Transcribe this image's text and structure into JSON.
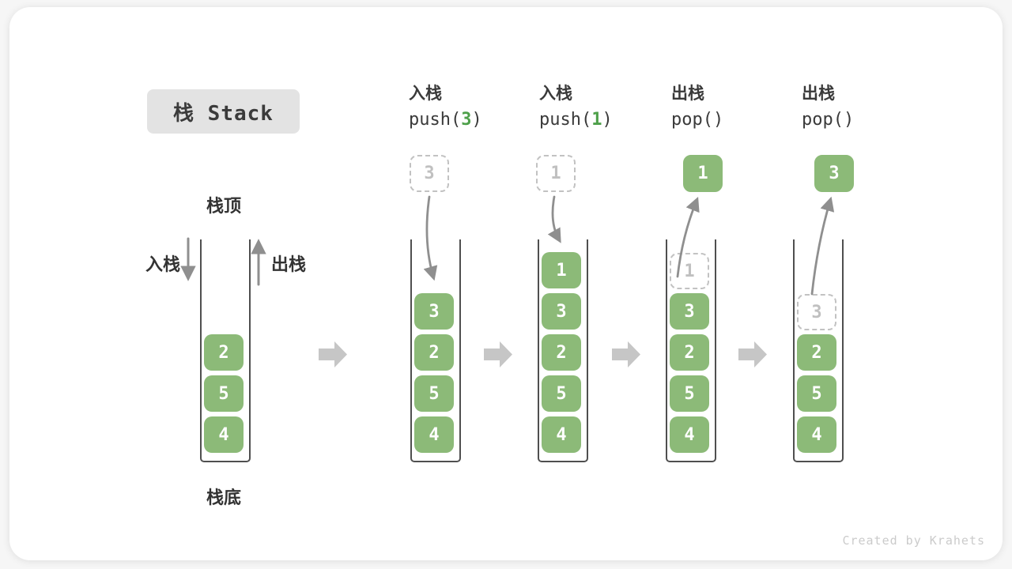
{
  "title": "栈 Stack",
  "watermark": "Created by Krahets",
  "first_stack_labels": {
    "top": "栈顶",
    "bottom": "栈底",
    "push_side": "入栈",
    "pop_side": "出栈"
  },
  "operations": [
    {
      "label": "入栈",
      "code_prefix": "push(",
      "code_arg": "3",
      "code_suffix": ")"
    },
    {
      "label": "入栈",
      "code_prefix": "push(",
      "code_arg": "1",
      "code_suffix": ")"
    },
    {
      "label": "出栈",
      "code_prefix": "pop(",
      "code_arg": "",
      "code_suffix": ")"
    },
    {
      "label": "出栈",
      "code_prefix": "pop(",
      "code_arg": "",
      "code_suffix": ")"
    }
  ],
  "floating_boxes": [
    {
      "value": "3",
      "style": "dashed"
    },
    {
      "value": "1",
      "style": "dashed"
    },
    {
      "value": "1",
      "style": "solid"
    },
    {
      "value": "3",
      "style": "solid"
    }
  ],
  "stacks": [
    {
      "cells": [
        {
          "value": "2"
        },
        {
          "value": "5"
        },
        {
          "value": "4"
        }
      ]
    },
    {
      "cells": [
        {
          "value": "3"
        },
        {
          "value": "2"
        },
        {
          "value": "5"
        },
        {
          "value": "4"
        }
      ]
    },
    {
      "cells": [
        {
          "value": "1"
        },
        {
          "value": "3"
        },
        {
          "value": "2"
        },
        {
          "value": "5"
        },
        {
          "value": "4"
        }
      ]
    },
    {
      "cells": [
        {
          "value": "1",
          "ghost": true
        },
        {
          "value": "3"
        },
        {
          "value": "2"
        },
        {
          "value": "5"
        },
        {
          "value": "4"
        }
      ]
    },
    {
      "cells": [
        {
          "value": "3",
          "ghost": true
        },
        {
          "value": "2"
        },
        {
          "value": "5"
        },
        {
          "value": "4"
        }
      ]
    }
  ],
  "colors": {
    "cell_green": "#8cba78",
    "code_arg_green": "#4ea04a",
    "thin_arrow_gray": "#8f8f8f",
    "block_arrow_gray": "#c6c6c6",
    "dashed_border": "#c2c2c2",
    "text_dark": "#3a3a3a"
  }
}
